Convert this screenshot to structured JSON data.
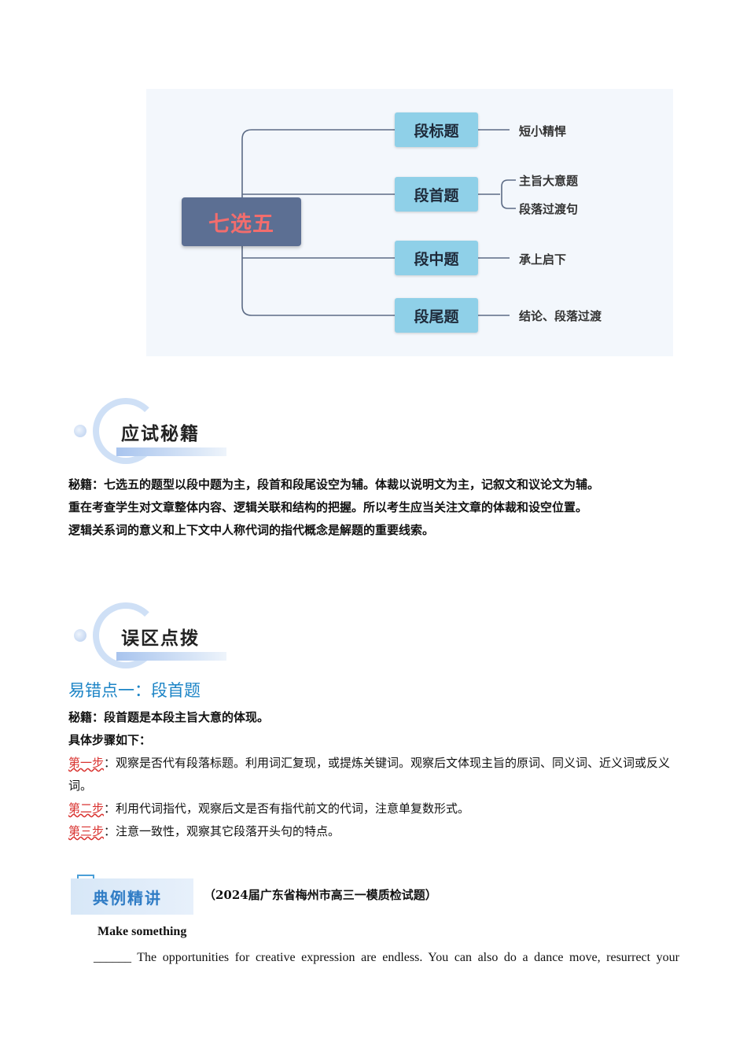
{
  "mindmap": {
    "root": "七选五",
    "nodes": [
      {
        "label": "段标题",
        "leaves": [
          "短小精悍"
        ]
      },
      {
        "label": "段首题",
        "leaves": [
          "主旨大意题",
          "段落过渡句"
        ]
      },
      {
        "label": "段中题",
        "leaves": [
          "承上启下"
        ]
      },
      {
        "label": "段尾题",
        "leaves": [
          "结论、段落过渡"
        ]
      }
    ]
  },
  "section1": {
    "title": "应试秘籍",
    "lines": [
      "秘籍：七选五的题型以段中题为主，段首和段尾设空为辅。体裁以说明文为主，记叙文和议论文为辅。",
      "重在考查学生对文章整体内容、逻辑关联和结构的把握。所以考生应当关注文章的体裁和设空位置。",
      "逻辑关系词的意义和上下文中人称代词的指代概念是解题的重要线索。"
    ]
  },
  "section2": {
    "title": "误区点拨",
    "heading": "易错点一：段首题",
    "secret": "秘籍：段首题是本段主旨大意的体现。",
    "steps_intro": "具体步骤如下：",
    "steps": [
      {
        "label": "第一步",
        "text": "：观察是否代有段落标题。利用词汇复现，或提炼关键词。观察后文体现主旨的原词、同义词、近义词或反义词。"
      },
      {
        "label": "第二步",
        "text": "：利用代词指代，观察后文是否有指代前文的代词，注意单复数形式。"
      },
      {
        "label": "第三步",
        "text": "：注意一致性，观察其它段落开头句的特点。"
      }
    ]
  },
  "example": {
    "badge": "典例精讲",
    "source": "（2024届广东省梅州市高三一模质检试题）",
    "title": "Make something",
    "blank": "______",
    "body": " The opportunities for creative expression are endless. You can also do a dance move, resurrect your"
  }
}
